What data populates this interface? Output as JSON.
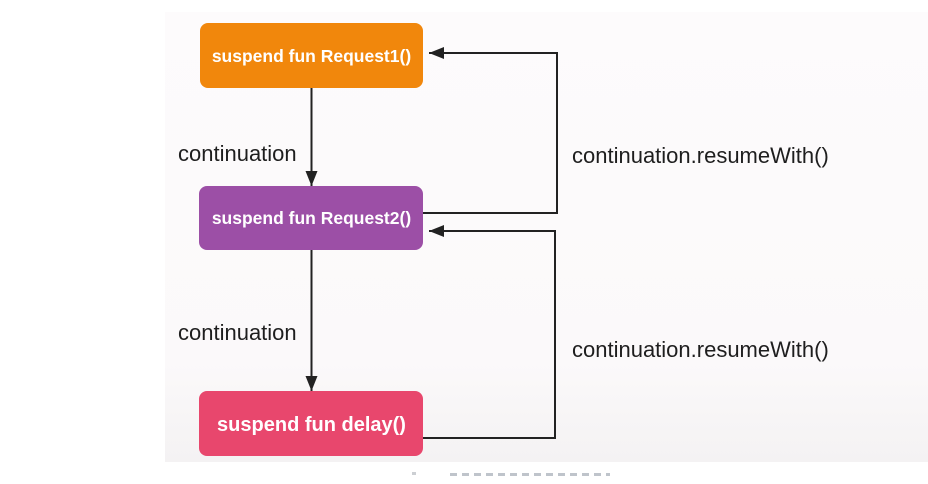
{
  "diagram": {
    "nodes": [
      {
        "id": "request1",
        "label": "suspend fun Request1()",
        "color": "#F1870C"
      },
      {
        "id": "request2",
        "label": "suspend fun Request2()",
        "color": "#9C4FA6"
      },
      {
        "id": "delay",
        "label": "suspend fun delay()",
        "color": "#E8476D"
      }
    ],
    "edges": [
      {
        "id": "continuation-1",
        "label": "continuation"
      },
      {
        "id": "resume-1",
        "label": "continuation.resumeWith()"
      },
      {
        "id": "continuation-2",
        "label": "continuation"
      },
      {
        "id": "resume-2",
        "label": "continuation.resumeWith()"
      }
    ],
    "colors": {
      "line": "#222222",
      "edge_label_text": "#1E1E1E",
      "node_text": "#FFFFFF"
    }
  }
}
